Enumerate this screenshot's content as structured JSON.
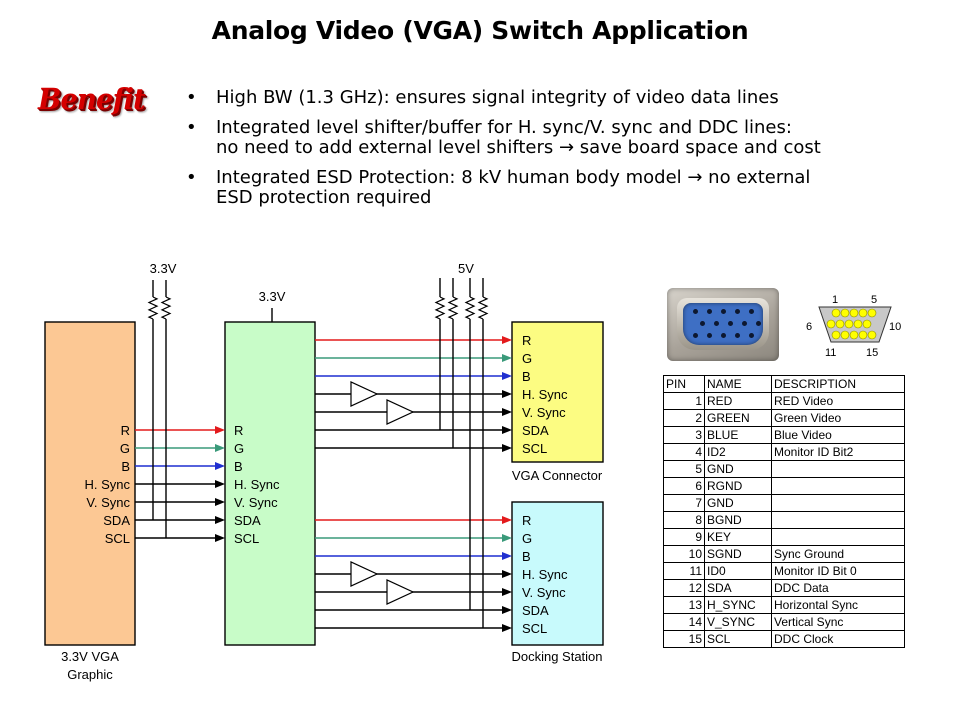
{
  "title": "Analog Video (VGA) Switch Application",
  "benefit_label": "Benefit",
  "bullets": [
    {
      "lines": [
        "High BW (1.3 GHz): ensures signal integrity of video data lines"
      ]
    },
    {
      "lines": [
        "Integrated level shifter/buffer for H. sync/V. sync and DDC lines:",
        "no need to add external level shifters → save board space and cost"
      ]
    },
    {
      "lines": [
        "Integrated ESD Protection: 8 kV human body model → no external",
        "ESD protection required"
      ]
    }
  ],
  "bullet_glyph": "•",
  "diagram": {
    "colors": {
      "red": "#e31a1c",
      "green": "#3a9a7a",
      "blue": "#1f2fd0",
      "black": "#000000",
      "graphic_box": "#fcc894",
      "switch_box": "#c8fcc8",
      "vga_box": "#fcfc82",
      "dock_box": "#c8fafc"
    },
    "supply_left": "3.3V",
    "supply_switch": "3.3V",
    "supply_right": "5V",
    "signals": [
      "R",
      "G",
      "B",
      "H. Sync",
      "V. Sync",
      "SDA",
      "SCL"
    ],
    "graphic_label_lines": [
      "3.3V VGA",
      "Graphic"
    ],
    "vga_label": "VGA Connector",
    "dock_label": "Docking Station"
  },
  "connector_pinout": {
    "top_left": "1",
    "top_right": "5",
    "mid_left": "6",
    "mid_right": "10",
    "bottom_left": "11",
    "bottom_right": "15"
  },
  "pin_table": {
    "headers": [
      "PIN",
      "NAME",
      "DESCRIPTION"
    ],
    "rows": [
      [
        "1",
        "RED",
        "RED Video"
      ],
      [
        "2",
        "GREEN",
        "Green Video"
      ],
      [
        "3",
        "BLUE",
        "Blue Video"
      ],
      [
        "4",
        "ID2",
        "Monitor ID Bit2"
      ],
      [
        "5",
        "GND",
        ""
      ],
      [
        "6",
        "RGND",
        ""
      ],
      [
        "7",
        "GND",
        ""
      ],
      [
        "8",
        "BGND",
        ""
      ],
      [
        "9",
        "KEY",
        ""
      ],
      [
        "10",
        "SGND",
        "Sync Ground"
      ],
      [
        "11",
        "ID0",
        "Monitor ID Bit 0"
      ],
      [
        "12",
        "SDA",
        "DDC Data"
      ],
      [
        "13",
        "H_SYNC",
        "Horizontal Sync"
      ],
      [
        "14",
        "V_SYNC",
        "Vertical Sync"
      ],
      [
        "15",
        "SCL",
        "DDC Clock"
      ]
    ]
  }
}
